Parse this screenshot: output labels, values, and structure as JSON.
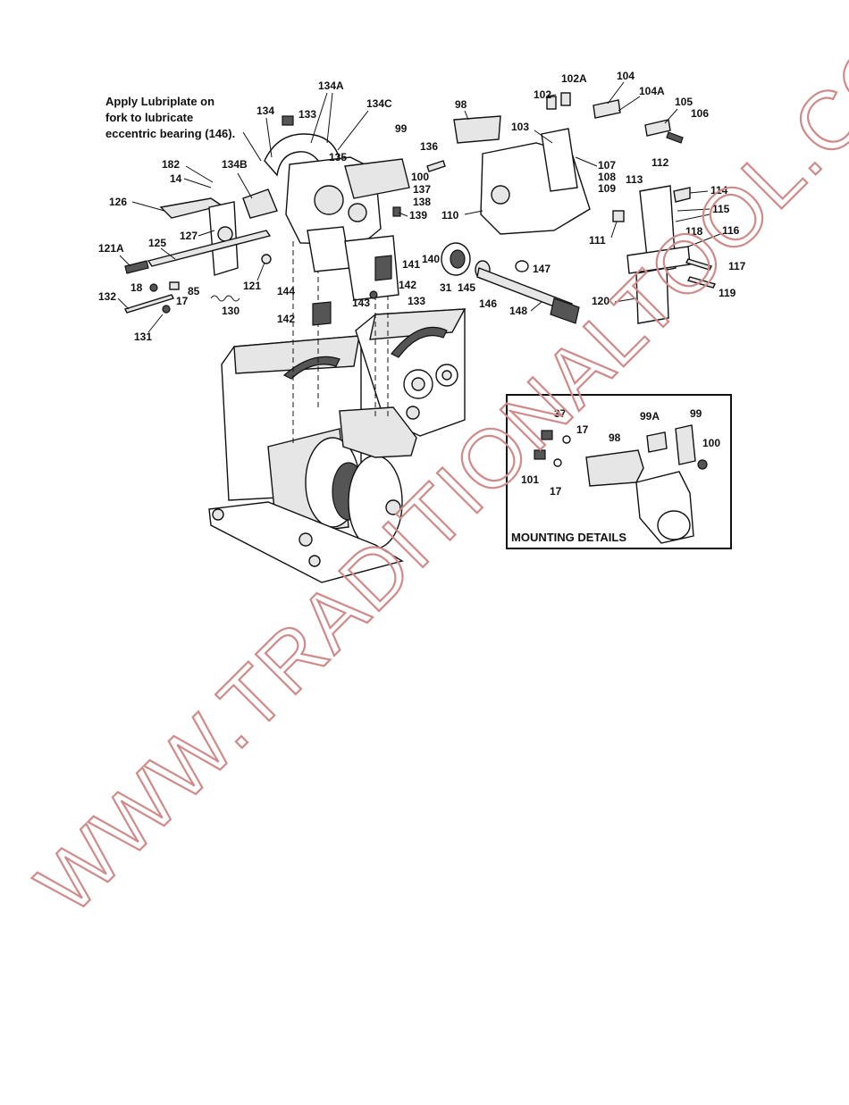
{
  "note": {
    "lines": [
      "Apply Lubriplate on",
      "fork to lubricate",
      "eccentric bearing (146)."
    ]
  },
  "inset": {
    "title": "MOUNTING DETAILS"
  },
  "watermark": "WWW.TRADITIONALTOOL.COM",
  "colors": {
    "ink": "#111111",
    "watermark": "#cf8a8a",
    "background": "#ffffff"
  },
  "labels": {
    "134A": "134A",
    "134": "134",
    "133": "133",
    "134C": "134C",
    "99": "99",
    "135": "135",
    "136": "136",
    "182": "182",
    "14": "14",
    "134B": "134B",
    "100": "100",
    "137": "137",
    "138": "138",
    "126": "126",
    "139": "139",
    "127": "127",
    "125": "125",
    "121A": "121A",
    "141": "141",
    "140": "140",
    "121": "121",
    "144": "144",
    "142a": "142",
    "18": "18",
    "17a": "17",
    "85": "85",
    "132": "132",
    "130": "130",
    "143": "143",
    "133b": "133",
    "131": "131",
    "142b": "142",
    "98": "98",
    "102": "102",
    "102A": "102A",
    "104": "104",
    "104A": "104A",
    "105": "105",
    "106": "106",
    "103": "103",
    "107": "107",
    "108": "108",
    "109": "109",
    "112": "112",
    "113": "113",
    "114": "114",
    "110": "110",
    "115": "115",
    "111": "111",
    "118": "118",
    "116": "116",
    "117": "117",
    "31": "31",
    "145": "145",
    "146": "146",
    "147": "147",
    "148": "148",
    "119": "119",
    "120": "120",
    "i37": "37",
    "i17a": "17",
    "i98": "98",
    "i99A": "99A",
    "i99": "99",
    "i100": "100",
    "i101": "101",
    "i17b": "17"
  }
}
